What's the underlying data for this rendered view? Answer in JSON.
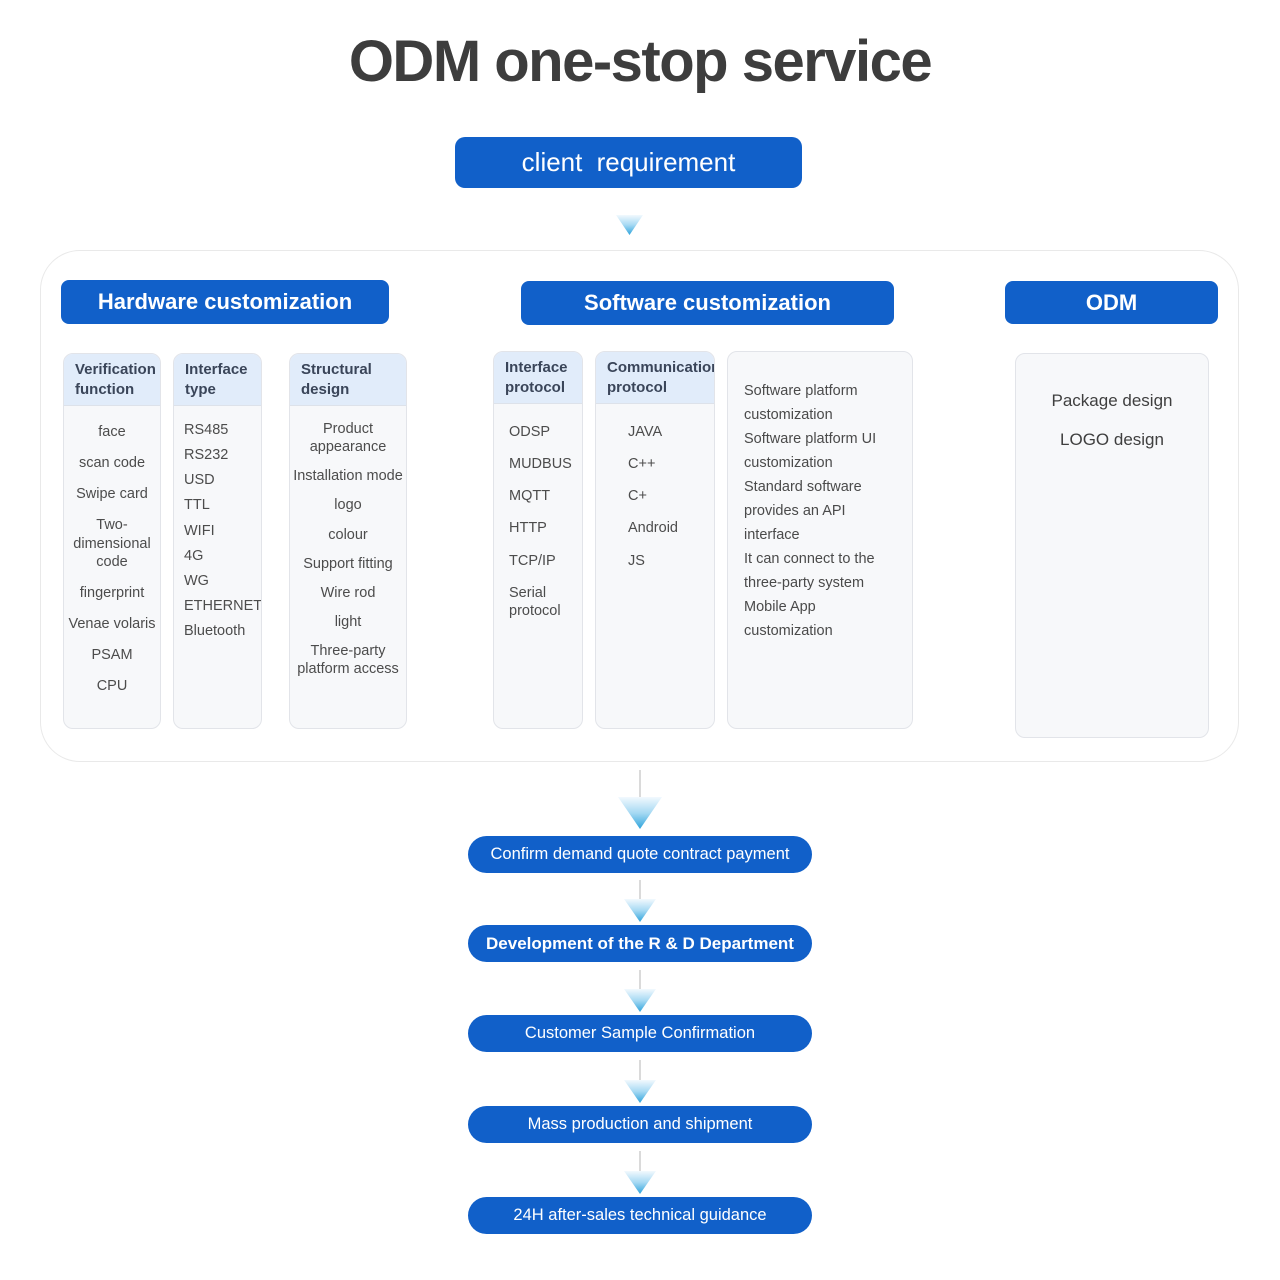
{
  "title": "ODM one-stop service",
  "client_requirement": "client requirement",
  "sections": {
    "hardware": {
      "label": "Hardware customization",
      "columns": [
        {
          "header": "Verification function",
          "items": [
            "face",
            "scan code",
            "Swipe card",
            "Two-dimensional code",
            "fingerprint",
            "Venae volaris",
            "PSAM",
            "CPU"
          ]
        },
        {
          "header": "Interface type",
          "items": [
            "RS485",
            "RS232",
            "USD",
            "TTL",
            "WIFI",
            "4G",
            "WG",
            "ETHERNET",
            "Bluetooth"
          ]
        },
        {
          "header": "Structural design",
          "items": [
            "Product appearance",
            "Installation mode",
            "logo",
            "colour",
            "Support fitting",
            "Wire rod",
            "light",
            "Three-party platform access"
          ]
        }
      ]
    },
    "software": {
      "label": "Software customization",
      "columns": [
        {
          "header": "Interface protocol",
          "items": [
            "ODSP",
            "MUDBUS",
            "MQTT",
            "HTTP",
            "TCP/IP",
            "Serial protocol"
          ]
        },
        {
          "header": "Communication protocol",
          "items": [
            "JAVA",
            "C++",
            "C+",
            "Android",
            "JS"
          ]
        }
      ],
      "notes": [
        "Software platform customization",
        "Software platform UI customization",
        "Standard software provides an API interface",
        "It can connect to the three-party system",
        "Mobile App customization"
      ]
    },
    "odm": {
      "label": "ODM",
      "items": [
        "Package design",
        "LOGO design"
      ]
    }
  },
  "process_steps": [
    "Confirm demand quote contract payment",
    "Development of the R & D Department",
    "Customer Sample Confirmation",
    "Mass production and shipment",
    "24H after-sales technical guidance"
  ],
  "colors": {
    "primary_blue": "#1160c9",
    "arrow_blue": "#2ea4dc",
    "column_header_bg": "#e1ecfa",
    "column_body_bg": "#f7f8fa",
    "title_color": "#3d3d3d"
  }
}
